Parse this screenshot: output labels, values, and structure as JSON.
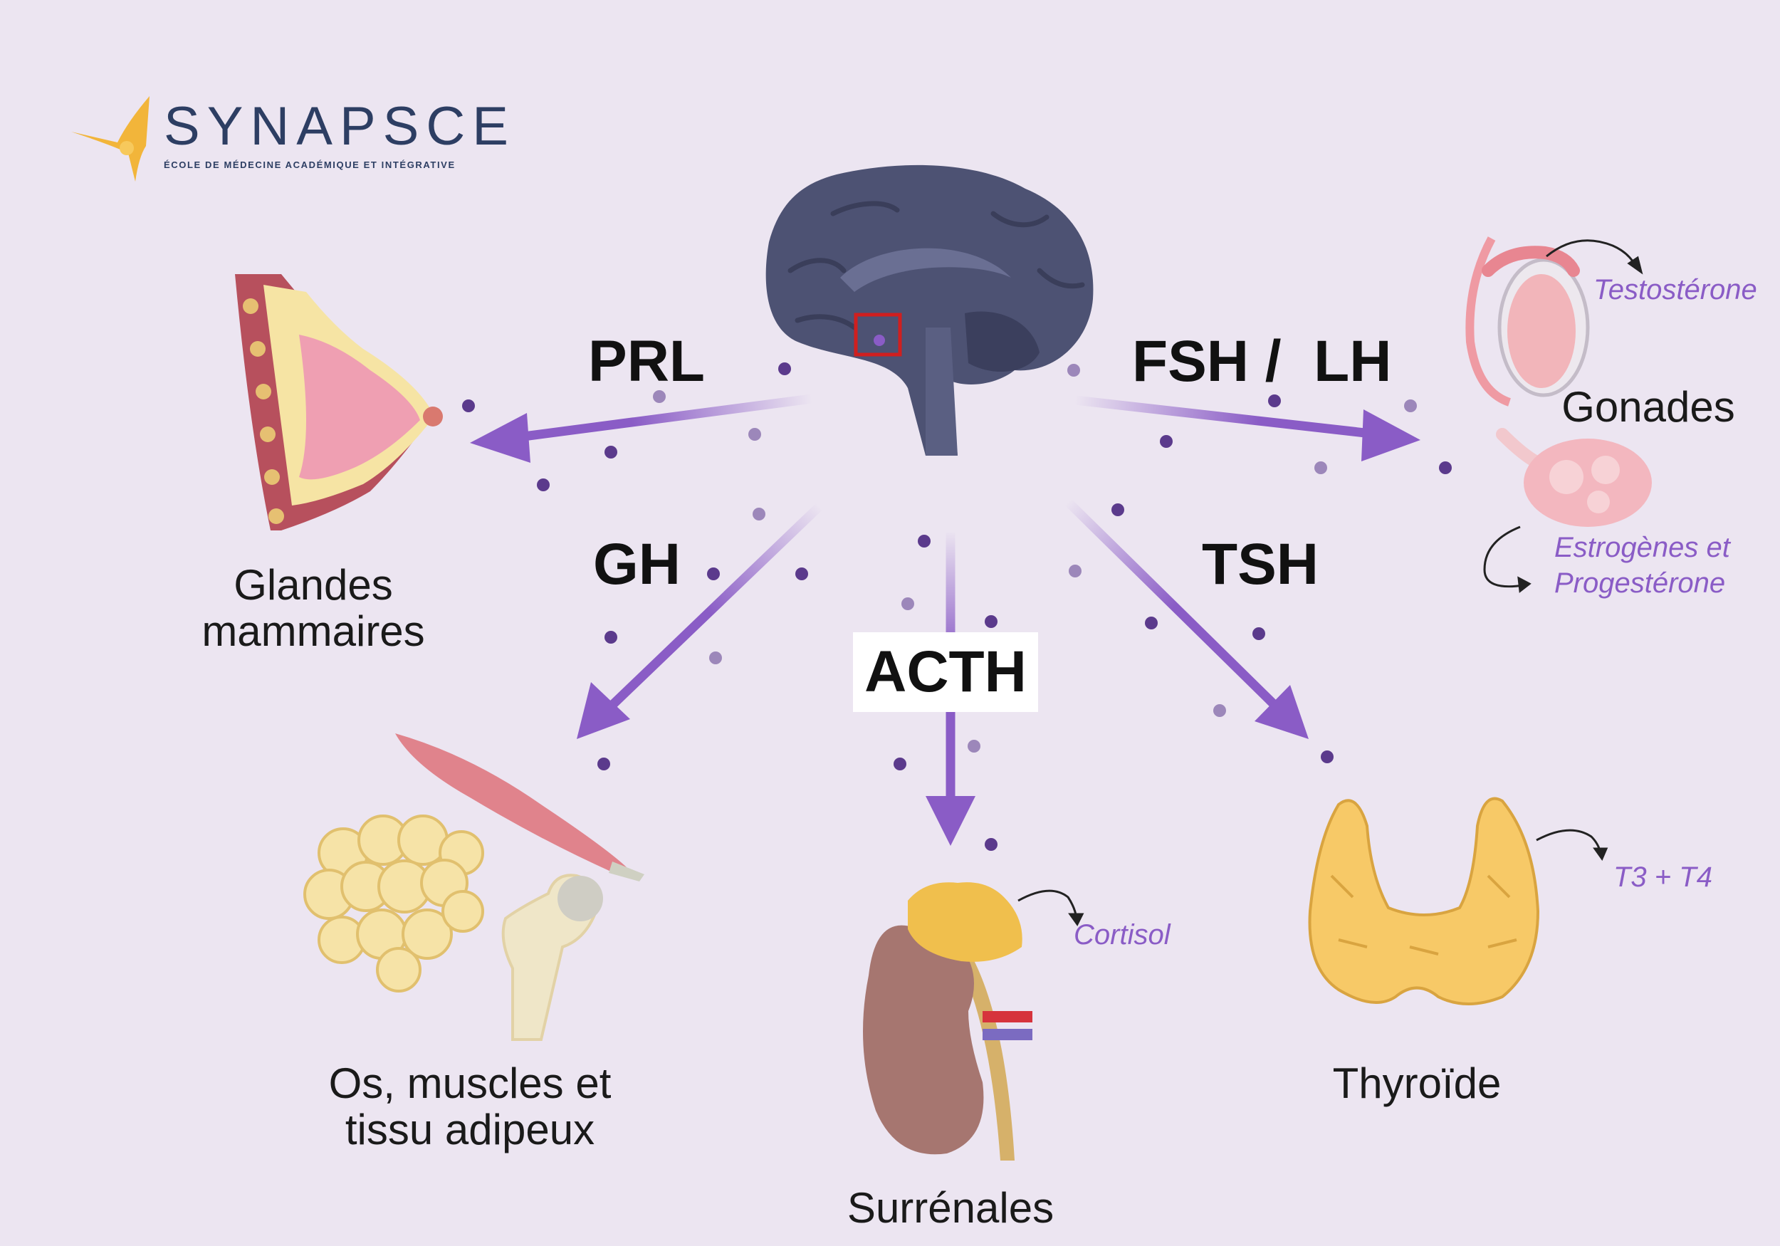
{
  "brand": {
    "name": "SYNAPSCE",
    "tagline": "ÉCOLE DE MÉDECINE ACADÉMIQUE ET INTÉGRATIVE"
  },
  "hormones": {
    "prl": "PRL",
    "fsh_lh": "FSH /  LH",
    "gh": "GH",
    "acth": "ACTH",
    "tsh": "TSH"
  },
  "targets": {
    "breast": "Glandes mammaires",
    "gonads": "Gonades",
    "bone": "Os, muscles et tissu adipeux",
    "adrenal": "Surrénales",
    "thyroid": "Thyroïde"
  },
  "outputs": {
    "testosterone": "Testostérone",
    "estrogen_progesterone": "Estrogènes et Progestérone",
    "cortisol": "Cortisol",
    "t3_t4": "T3 + T4"
  },
  "colors": {
    "background": "#ece5f1",
    "arrow": "#8a5cc6",
    "output_text": "#8a5cc6",
    "brand": "#2d3e63",
    "highlight_box": "#d01f1f",
    "particle": "#5b3a8c"
  },
  "icons": {
    "brain": "brain-icon",
    "breast": "mammary-gland-icon",
    "testis": "testis-icon",
    "ovary": "ovary-icon",
    "muscle": "muscle-icon",
    "fat": "adipose-tissue-icon",
    "bone": "femur-bone-icon",
    "kidney": "kidney-adrenal-icon",
    "thyroid": "thyroid-icon",
    "logo": "synapsce-logo-icon"
  }
}
